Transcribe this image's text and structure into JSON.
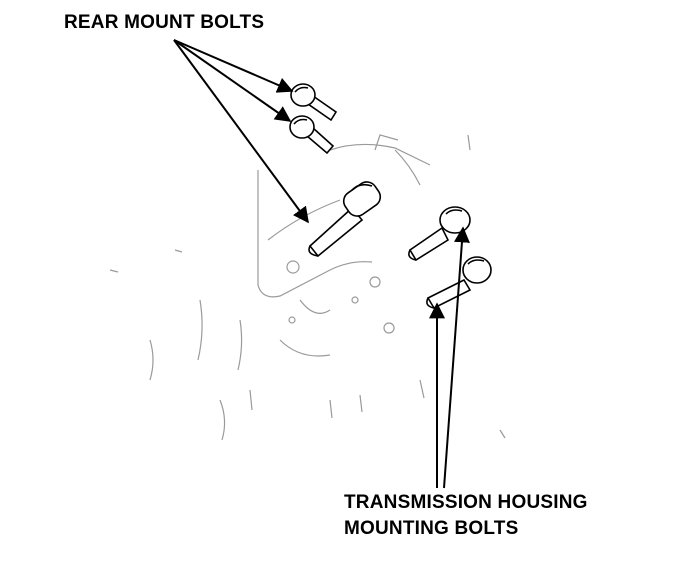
{
  "diagram": {
    "labels": {
      "rear_mount_bolts": "REAR MOUNT BOLTS",
      "transmission_housing_line1": "TRANSMISSION HOUSING",
      "transmission_housing_line2": "MOUNTING BOLTS"
    },
    "colors": {
      "ink": "#000000",
      "faint_ink": "#9a9a9a",
      "background": "#ffffff"
    }
  }
}
